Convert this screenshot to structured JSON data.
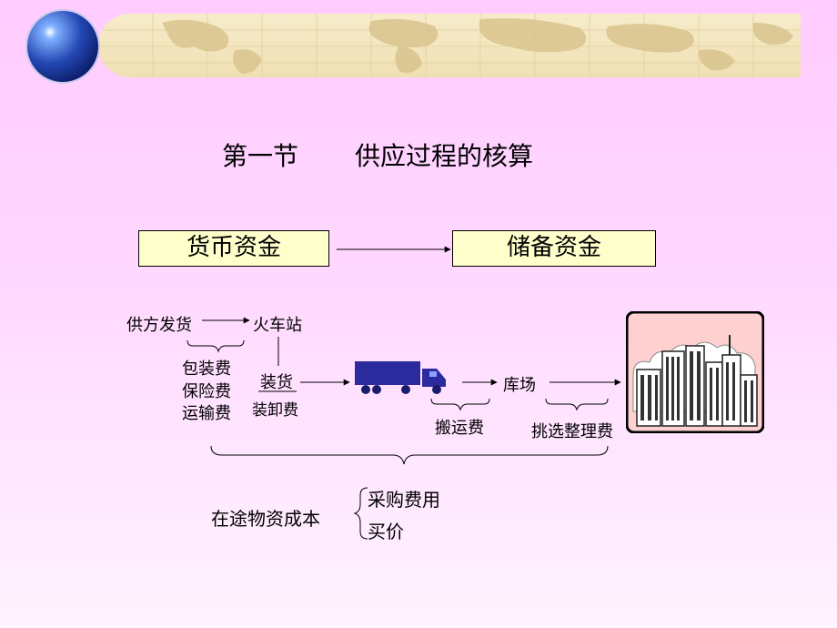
{
  "slide": {
    "title_section": "第一节",
    "title_text": "供应过程的核算"
  },
  "flow_top": {
    "from_box": "货币资金",
    "to_box": "储备资金"
  },
  "flow_detail": {
    "supplier": "供方发货",
    "station": "火车站",
    "fees_group": [
      "包装费",
      "保险费",
      "运输费"
    ],
    "loading": "装货",
    "loading_fee": "装卸费",
    "yard": "库场",
    "handling_fee": "搬运费",
    "sorting_fee": "挑选整理费"
  },
  "summary": {
    "label": "在途物资成本",
    "items": [
      "采购费用",
      "买价"
    ]
  },
  "colors": {
    "box_fill": "#ffffcc",
    "truck": "#2b2b9e",
    "banner": "#f2e6c0"
  },
  "icons": [
    "globe-icon",
    "world-map-banner",
    "truck-icon",
    "city-skyline-icon"
  ]
}
